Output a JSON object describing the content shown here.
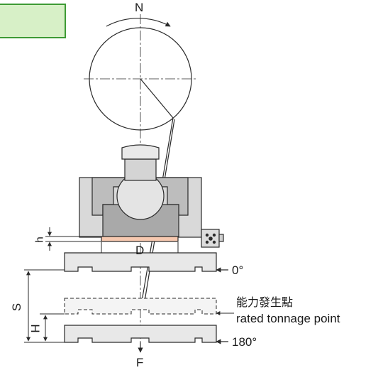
{
  "labels": {
    "n": "N",
    "f": "F",
    "d": "D",
    "h_small": "h",
    "s": "S",
    "h_big": "H",
    "deg0": "0°",
    "deg180": "180°",
    "rated_cn": "能力發生點",
    "rated_en": "rated tonnage point"
  },
  "colors": {
    "line": "#2a2a2a",
    "die_fill": "#e8e8e8",
    "frame_fill": "#d9d9d9",
    "inner_fill": "#a9a9a9",
    "ram_fill": "#c9c9c9",
    "pad_fill": "#f7c9b0",
    "legend_fill": "#d7f0c7",
    "legend_stroke": "#3d9a35"
  }
}
